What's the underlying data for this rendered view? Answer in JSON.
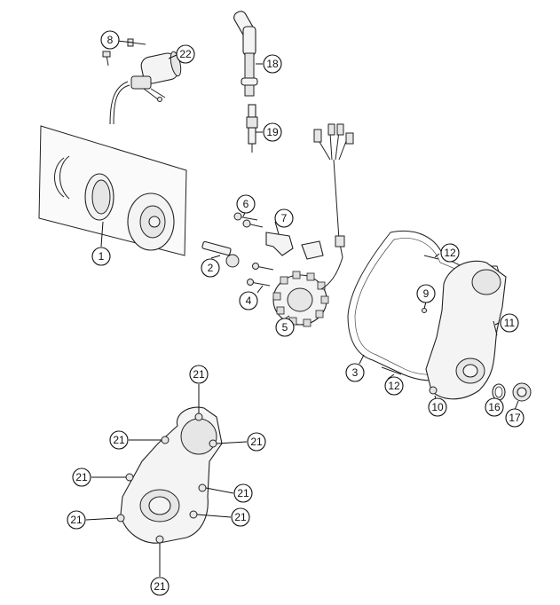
{
  "callouts": {
    "c1": "1",
    "c2": "2",
    "c3": "3",
    "c4": "4",
    "c5": "5",
    "c6": "6",
    "c7": "7",
    "c8": "8",
    "c9": "9",
    "c10": "10",
    "c11": "11",
    "c12a": "12",
    "c12b": "12",
    "c16": "16",
    "c17": "17",
    "c18": "18",
    "c19": "19",
    "c22": "22",
    "c21a": "21",
    "c21b": "21",
    "c21c": "21",
    "c21d": "21",
    "c21e": "21",
    "c21f": "21",
    "c21g": "21",
    "c21h": "21"
  }
}
